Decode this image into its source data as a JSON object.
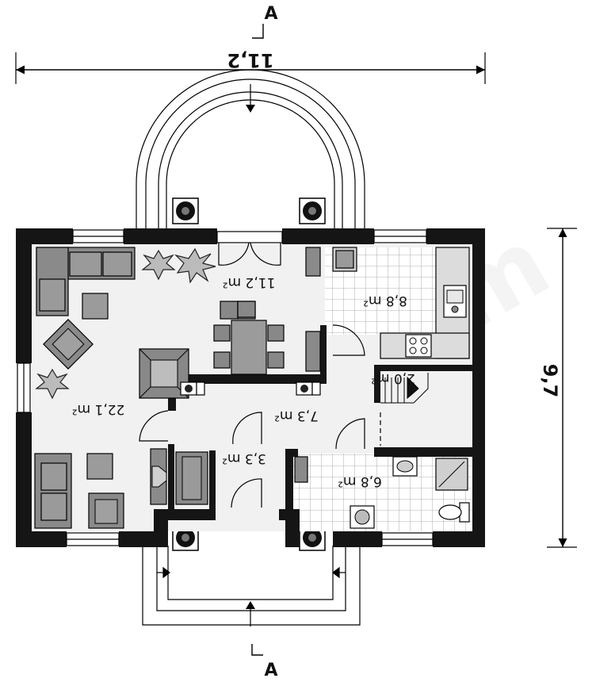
{
  "dimensions": {
    "width": "11,2",
    "depth": "9,7"
  },
  "section_marks": {
    "top": "A",
    "bottom": "A"
  },
  "rooms": [
    {
      "id": "living",
      "area": "22,1 m²"
    },
    {
      "id": "dining",
      "area": "11,2 m²"
    },
    {
      "id": "kitchen",
      "area": "8,8 m²"
    },
    {
      "id": "hall",
      "area": "7,3 m²"
    },
    {
      "id": "vestibule",
      "area": "3,3 m²"
    },
    {
      "id": "bathroom",
      "area": "6,8 m²"
    },
    {
      "id": "stair",
      "area": "2,0 m²"
    }
  ],
  "watermark": "extradom"
}
